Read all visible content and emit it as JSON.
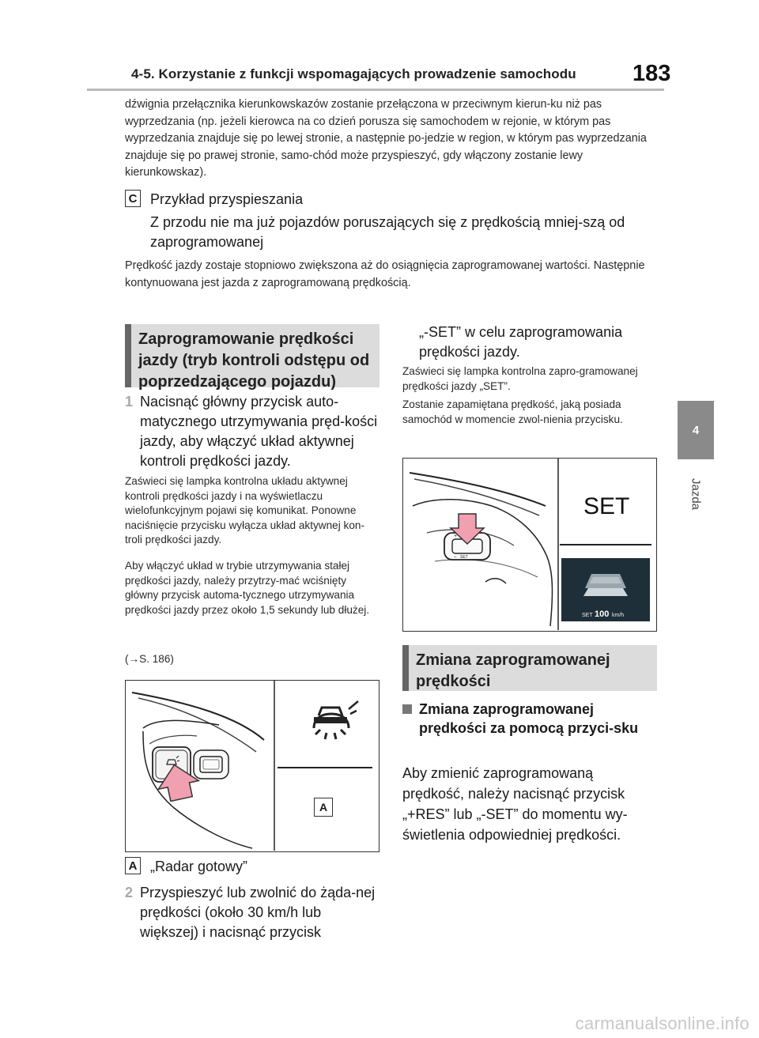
{
  "header": {
    "title": "4-5. Korzystanie z funkcji wspomagających prowadzenie samochodu",
    "page_number": "183"
  },
  "side_tab": {
    "chapter": "4",
    "label": "Jazda"
  },
  "intro_paragraph": "dźwignia przełącznika kierunkowskazów zostanie przełączona w przeciwnym kierun-ku niż pas wyprzedzania (np. jeżeli kierowca na co dzień porusza się samochodem w rejonie, w którym pas wyprzedzania znajduje się po lewej stronie, a następnie po-jedzie w region, w którym pas wyprzedzania znajduje się po prawej stronie, samo-chód może przyspieszyć, gdy włączony zostanie lewy kierunkowskaz).",
  "example": {
    "marker": "C",
    "title": "Przykład przyspieszania",
    "subtitle": "Z przodu nie ma już pojazdów poruszających się z prędkością mniej-szą od zaprogramowanej",
    "note": "Prędkość jazdy zostaje stopniowo zwiększona aż do osiągnięcia zaprogramowanej wartości. Następnie kontynuowana jest jazda z zaprogramowaną prędkością."
  },
  "section1": {
    "heading": "Zaprogramowanie prędkości jazdy (tryb kontroli odstępu od poprzedzającego pojazdu)",
    "step1_num": "1",
    "step1_text": "Nacisnąć główny przycisk auto-matycznego utrzymywania pręd-kości jazdy, aby włączyć układ aktywnej kontroli prędkości jazdy.",
    "step1_note1": "Zaświeci się lampka kontrolna układu aktywnej kontroli prędkości jazdy i na wyświetlaczu wielofunkcyjnym pojawi się komunikat. Ponowne naciśnięcie przycisku wyłącza układ aktywnej kon-troli prędkości jazdy.",
    "step1_note2": "Aby włączyć układ w trybie utrzymywania stałej prędkości jazdy, należy przytrzy-mać wciśnięty główny przycisk automa-tycznego utrzymywania prędkości jazdy przez około 1,5 sekundy lub dłużej.",
    "step1_ref": "(→S. 186)",
    "figure_letter": "A",
    "caption_letter": "A",
    "caption_text": "„Radar gotowy”",
    "step2_num": "2",
    "step2_text": "Przyspieszyć lub zwolnić do żąda-nej prędkości (około 30 km/h lub większej) i nacisnąć przycisk",
    "step2_cont": "„-SET” w celu zaprogramowania prędkości jazdy.",
    "step2_note1": "Zaświeci się lampka kontrolna zapro-gramowanej prędkości jazdy „SET”.",
    "step2_note2": "Zostanie zapamiętana prędkość, jaką posiada samochód w momencie zwol-nienia przycisku."
  },
  "figure2": {
    "set_label": "SET",
    "display_set": "SET",
    "display_speed": "100",
    "display_unit": "km/h",
    "button_plus": "+",
    "button_minus": "–",
    "button_set": "SET"
  },
  "section2": {
    "heading": "Zmiana zaprogramowanej prędkości",
    "bullet_heading": "Zmiana zaprogramowanej prędkości za pomocą przyci-sku",
    "body": "Aby zmienić zaprogramowaną prędkość, należy nacisnąć przycisk „+RES” lub „-SET” do momentu wy-świetlenia odpowiedniej prędkości."
  },
  "watermark": "carmanualsonline.info",
  "colors": {
    "section_bg": "#dcdcdc",
    "section_bar": "#666666",
    "side_tab": "#8a8a8a",
    "arrow_pink": "#f0a0b0"
  },
  "icons": [
    "radar-car-icon",
    "press-arrow-icon",
    "cruise-lever-icon",
    "lane-display-icon"
  ]
}
